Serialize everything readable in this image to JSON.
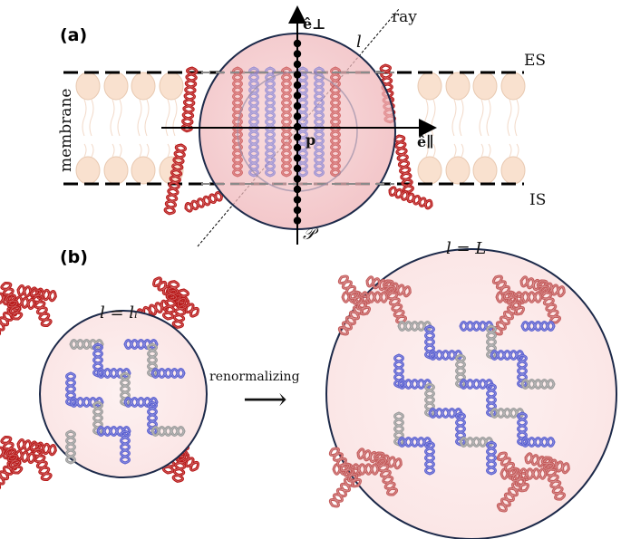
{
  "panel_a": {
    "label": "(a)",
    "ray_label": "ray",
    "l_label": "l",
    "es_label": "ES",
    "is_label": "IS",
    "membrane_label": "membrane",
    "e_perp_label": "ê⊥",
    "e_par_label": "ê∥",
    "point_label": "p",
    "plane_label": "𝒫"
  },
  "panel_b": {
    "label": "(b)",
    "left_scale_label": "l = lᵢ",
    "right_scale_label": "l = L",
    "arrow_label": "renormalizing",
    "arrow_glyph": "⟶"
  },
  "colors": {
    "lipid_head": "#f9e1cf",
    "sphere_fill": "#f4c5c8",
    "sphere_edge": "#1d2a4a",
    "helix_red": "#b81818",
    "helix_blue": "#5a5fd0",
    "helix_grey": "#9a9a9a"
  }
}
